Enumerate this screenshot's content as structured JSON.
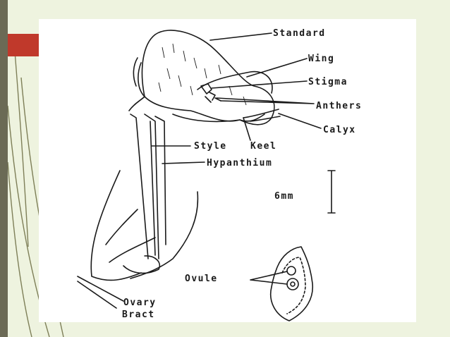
{
  "colors": {
    "background": "#eef3df",
    "left_bar": "#6b6a55",
    "accent": "#c0392b",
    "ink": "#1a1a1a"
  },
  "labels": {
    "standard": "Standard",
    "wing": "Wing",
    "stigma": "Stigma",
    "anthers": "Anthers",
    "calyx": "Calyx",
    "style": "Style",
    "keel": "Keel",
    "hypanthium": "Hypanthium",
    "scale": "6mm",
    "ovule": "Ovule",
    "ovary": "Ovary",
    "bract": "Bract"
  }
}
